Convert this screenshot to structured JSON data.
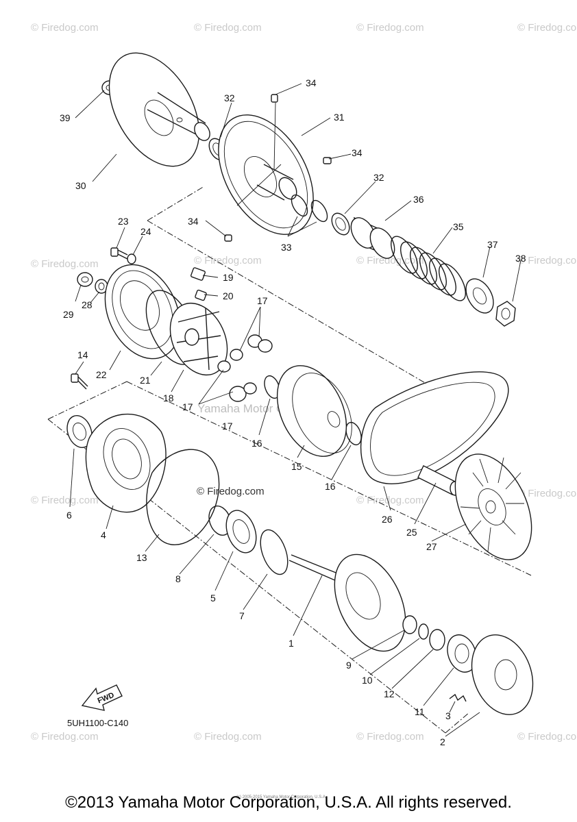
{
  "watermark_text": "© Firedog.com",
  "center_watermark": "Yamaha Motor Corp. U.S.A.",
  "diagram_code": "5UH1100-C140",
  "fwd_label": "FWD",
  "small_copyright": "(c) 2005-2015 Yamaha Motor Corporation, U.S.A.",
  "copyright": "©2013 Yamaha Motor Corporation, U.S.A. All rights reserved.",
  "callouts": [
    "1",
    "2",
    "3",
    "4",
    "5",
    "6",
    "7",
    "8",
    "9",
    "10",
    "11",
    "12",
    "13",
    "14",
    "15",
    "16",
    "16",
    "17",
    "17",
    "17",
    "18",
    "19",
    "20",
    "21",
    "22",
    "23",
    "24",
    "25",
    "26",
    "27",
    "28",
    "29",
    "30",
    "31",
    "32",
    "32",
    "33",
    "34",
    "34",
    "34",
    "35",
    "36",
    "37",
    "38",
    "39"
  ]
}
